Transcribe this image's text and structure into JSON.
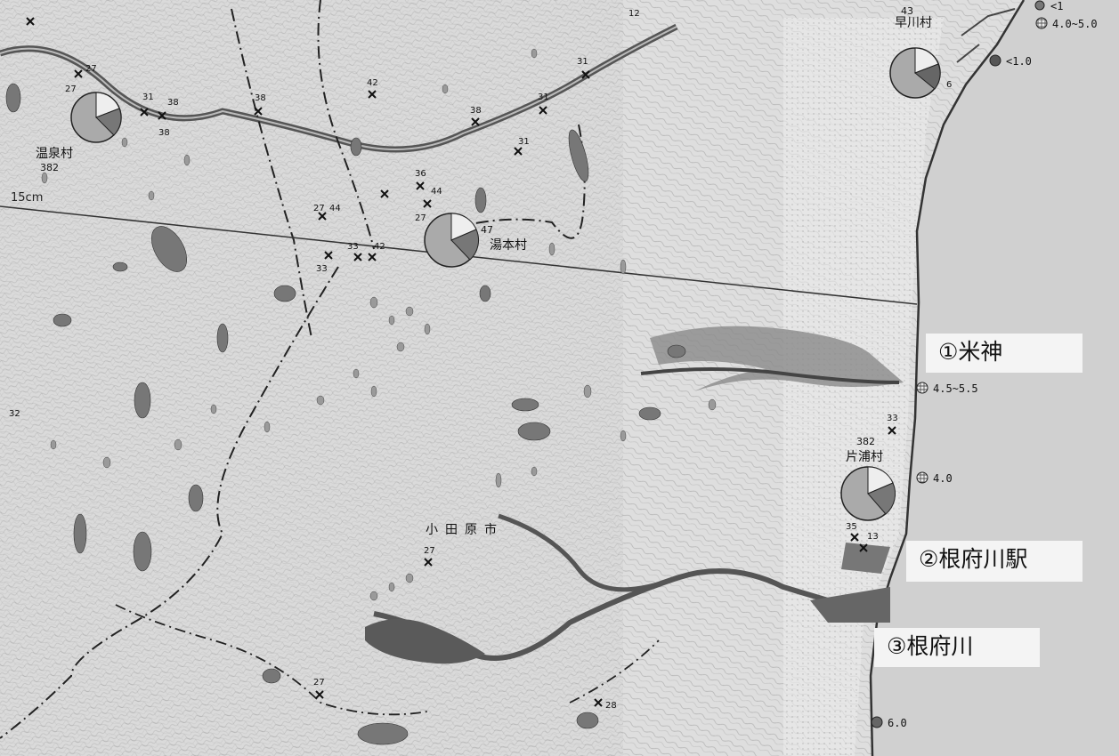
{
  "callouts": {
    "komegami": "①米神",
    "nebukawa_station": "②根府川駅",
    "nebukawa": "③根府川"
  },
  "villages": {
    "hayakawa": "早川村",
    "onsen": "温泉村",
    "yumoto": "湯本村",
    "kataura": "片浦村",
    "odawara_city": "小田原市"
  },
  "village_numbers": {
    "hayakawa": "43",
    "onsen": "382",
    "yumoto": "47",
    "kataura": "382"
  },
  "line_label": "15cm",
  "coast_values": [
    "4.0~5.0",
    "<1.0",
    "4.5~5.5",
    "4.0",
    "6.0",
    "<1"
  ],
  "spot_numbers": [
    "27",
    "27",
    "31",
    "38",
    "38",
    "38",
    "42",
    "31",
    "31",
    "31",
    "38",
    "36",
    "44",
    "27",
    "44",
    "27",
    "33",
    "42",
    "33",
    "33",
    "35",
    "13",
    "27",
    "27",
    "28",
    "32",
    "6",
    "12"
  ],
  "colors": {
    "sea": "#d0d0d0",
    "land": "#e2e2e2",
    "river": "#555555",
    "deposit": "#6a6a6a"
  }
}
